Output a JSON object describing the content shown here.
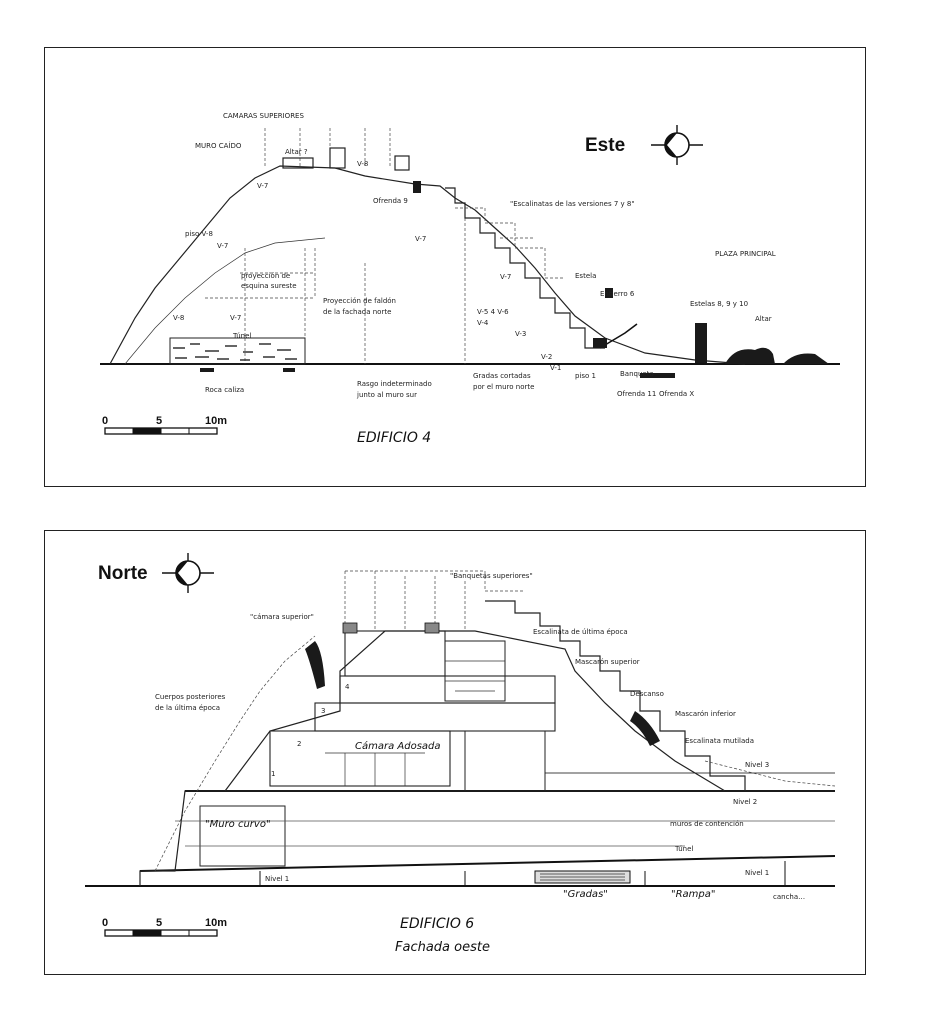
{
  "figure1": {
    "caption": "EDIFICIO 4",
    "orientation_label": "Este",
    "orientation_icon": "compass-arrow-icon",
    "scale": {
      "zero": "0",
      "mid": "5",
      "end": "10m"
    },
    "labels": {
      "camaras_superiores": "CAMARAS SUPERIORES",
      "muro_caido": "MURO CAÍDO",
      "altar_top": "Altar ?",
      "v8_top": "V-8",
      "v7_top": "V-7",
      "ofrenda9": "Ofrenda 9",
      "escalinatas": "\"Escalinatas de las versiones 7 y 8\"",
      "piso_v8": "piso V-8",
      "v7_left": "V-7",
      "v7_mid": "V-7",
      "v7_right": "V-7",
      "plaza_principal": "PLAZA PRINCIPAL",
      "proyeccion_esquina_l1": "proyección de",
      "proyeccion_esquina_l2": "esquina sureste",
      "estela": "Estela",
      "entierro6": "Entierro 6",
      "proyeccion_faldon_l1": "Proyección de faldón",
      "proyeccion_faldon_l2": "de la fachada norte",
      "v8_low": "V-8",
      "v7_low": "V-7",
      "v5_4_6": "V-5 4 V-6",
      "v4": "V-4",
      "estelas": "Estelas 8, 9 y 10",
      "altar_right": "Altar",
      "tunel": "Túnel",
      "v3": "V-3",
      "v2": "V-2",
      "v1": "V-1",
      "roca": "Roca caliza",
      "rasgo_l1": "Rasgo indeterminado",
      "rasgo_l2": "junto al muro sur",
      "gradas_l1": "Gradas cortadas",
      "gradas_l2": "por el muro norte",
      "piso1": "piso 1",
      "banqueta": "Banqueta",
      "ofrenda11": "Ofrenda 11",
      "ofrenda_x": "Ofrenda X"
    }
  },
  "figure2": {
    "caption_line1": "EDIFICIO 6",
    "caption_line2": "Fachada oeste",
    "orientation_label": "Norte",
    "orientation_icon": "compass-arrow-icon",
    "scale": {
      "zero": "0",
      "mid": "5",
      "end": "10m"
    },
    "labels": {
      "banquetas": "\"Banquetas superiores\"",
      "camara_superior": "\"cámara superior\"",
      "escalinata": "Escalinata de última época",
      "mascaron_sup": "Mascarón superior",
      "cuerpos_l1": "Cuerpos posteriores",
      "cuerpos_l2": "de la última época",
      "descanso": "Descanso",
      "mascaron_inf": "Mascarón inferior",
      "camara_adosada": "Cámara Adosada",
      "escalinata_mutilada": "Escalinata mutilada",
      "nivel3": "Nivel 3",
      "nivel2": "Nivel 2",
      "muro_curvo": "\"Muro curvo\"",
      "muros_contencion": "muros de contención",
      "tunel": "Túnel",
      "nivel1_left": "Nivel 1",
      "nivel1_right": "Nivel 1",
      "gradas": "\"Gradas\"",
      "rampa": "\"Rampa\"",
      "cancha": "cancha…",
      "n1": "1",
      "n2": "2",
      "n3": "3",
      "n4": "4"
    }
  }
}
